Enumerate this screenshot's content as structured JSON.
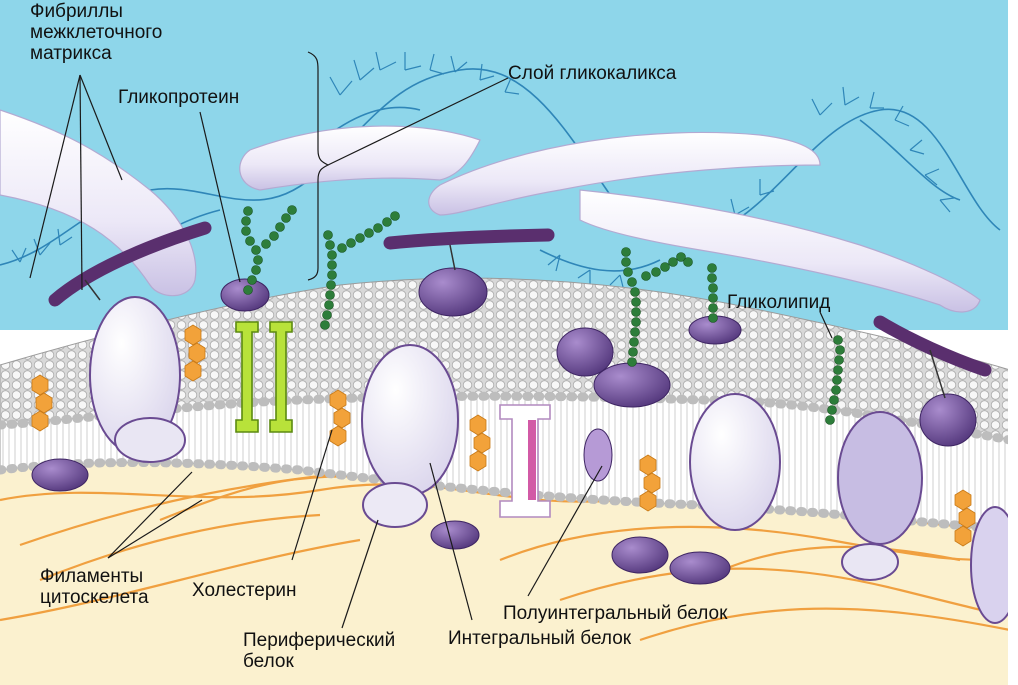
{
  "labels": {
    "matrix_fibrils": "Фибриллы межклеточного матрикса",
    "matrix_fibrils_l1": "Фибриллы",
    "matrix_fibrils_l2": "межклеточного",
    "matrix_fibrils_l3": "матрикса",
    "glycoprotein": "Гликопротеин",
    "glycocalyx_layer": "Слой гликокаликса",
    "glycolipid": "Гликолипид",
    "cytoskeleton_filaments_l1": "Филаменты",
    "cytoskeleton_filaments_l2": "цитоскелета",
    "cholesterol": "Холестерин",
    "peripheral_protein_l1": "Периферический",
    "peripheral_protein_l2": "белок",
    "integral_protein": "Интегральный белок",
    "semi_integral_protein": "Полуинтегральный белок"
  },
  "colors": {
    "extracellular_bg": "#8ed6ea",
    "cytoplasm_bg": "#fbf1cf",
    "lipid_head": "#e4e4e4",
    "protein_purple": "#6a4b92",
    "protein_white": "#f4f2fa",
    "glycocalyx_blue": "#2f86b8",
    "sugar_chain_green": "#2d7d3a",
    "cholesterol_orange": "#f2a23a",
    "channel_green": "#b8e23a",
    "filament_orange": "#f0a040",
    "fibril_lavender": "#eeeaf8"
  }
}
